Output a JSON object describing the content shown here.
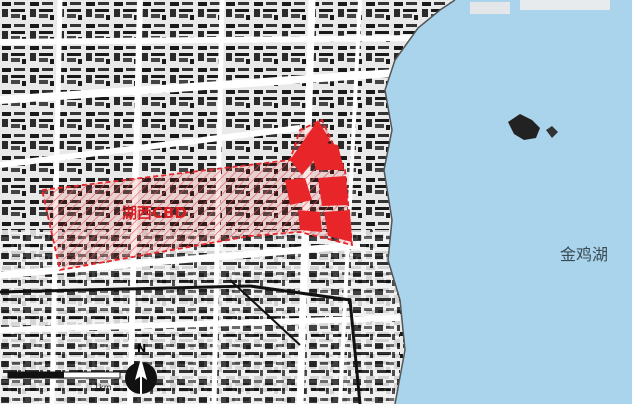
{
  "map": {
    "lake_label": "金鸡湖",
    "cbd_label": "湖西CBD",
    "north_label": "N",
    "scale_label": "1km"
  },
  "colors": {
    "water": "#a9d4ec",
    "district_highlight": "#e8262a",
    "hatch": "#e35a5c",
    "buildings": "#1a1a1a",
    "roads": "#ffffff"
  },
  "icons": {
    "north_arrow": "north-arrow-icon"
  }
}
